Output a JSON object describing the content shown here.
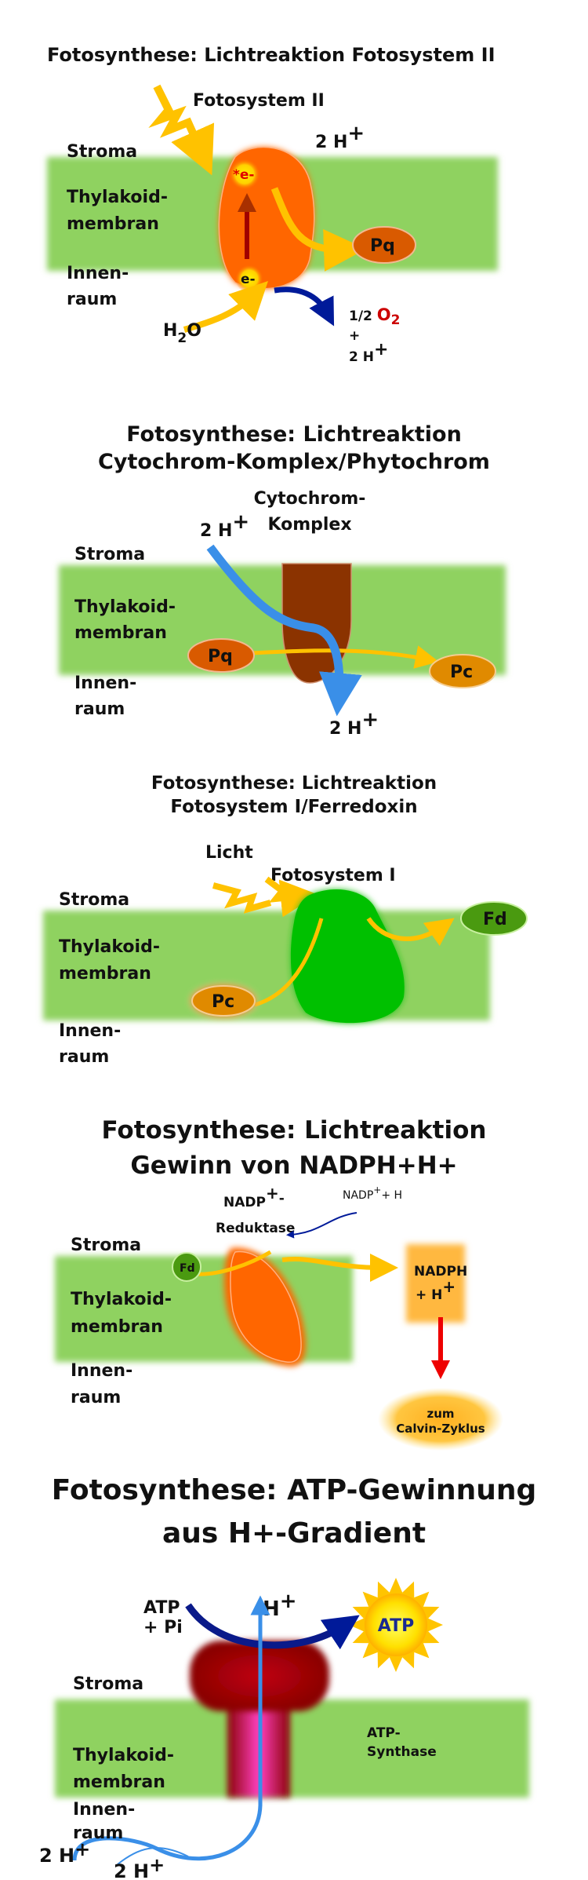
{
  "panels": [
    {
      "title": "Fotosynthese: Lichtreaktion Fotosystem II",
      "complex_label": "Fotosystem II",
      "stroma": "Stroma",
      "membrane": [
        "Thylakoid-",
        "membran"
      ],
      "lumen": [
        "Innen-",
        "raum"
      ],
      "proton_top": "2 H",
      "plus": "+",
      "excited_electron": "*e-",
      "electron": "e-",
      "carrier": "Pq",
      "water": [
        "H",
        "2",
        "O"
      ],
      "products": {
        "half": "1/2 ",
        "oxygen": "O",
        "oxygen_sub": "2",
        "plus": "+",
        "protons": "2 H"
      }
    },
    {
      "title": [
        "Fotosynthese: Lichtreaktion",
        "Cytochrom-Komplex/Phytochrom"
      ],
      "complex_label": [
        "Cytochrom-",
        "Komplex"
      ],
      "stroma": "Stroma",
      "membrane": [
        "Thylakoid-",
        "membran"
      ],
      "lumen": [
        "Innen-",
        "raum"
      ],
      "proton_in": "2 H",
      "proton_out": "2 H",
      "plus": "+",
      "carrier_in": "Pq",
      "carrier_out": "Pc"
    },
    {
      "title": [
        "Fotosynthese: Lichtreaktion",
        "Fotosystem I/Ferredoxin"
      ],
      "light": "Licht",
      "complex_label": "Fotosystem I",
      "stroma": "Stroma",
      "membrane": [
        "Thylakoid-",
        "membran"
      ],
      "lumen": [
        "Innen-",
        "raum"
      ],
      "carrier_in": "Pc",
      "carrier_out": "Fd"
    },
    {
      "title": [
        "Fotosynthese: Lichtreaktion",
        "Gewinn von NADPH+H+"
      ],
      "complex_label": [
        "NADP",
        "+",
        "-",
        "Reduktase"
      ],
      "substrate": [
        "NADP",
        "+",
        "+ H"
      ],
      "stroma": "Stroma",
      "membrane": [
        "Thylakoid-",
        "membran"
      ],
      "lumen": [
        "Innen-",
        "raum"
      ],
      "carrier": "Fd",
      "product": [
        "NADPH",
        "+ H",
        "+"
      ],
      "destination": [
        "zum",
        "Calvin-Zyklus"
      ]
    },
    {
      "title": [
        "Fotosynthese: ATP-Gewinnung",
        "aus H+-Gradient"
      ],
      "substrate": [
        "ATP",
        "+ Pi"
      ],
      "proton": "H",
      "plus": "+",
      "product": "ATP",
      "stroma": "Stroma",
      "complex_label": [
        "ATP-",
        "Synthase"
      ],
      "membrane": [
        "Thylakoid-",
        "membran"
      ],
      "lumen": [
        "Innen-",
        "raum"
      ],
      "protons": [
        "2 H",
        "2 H"
      ]
    }
  ],
  "colors": {
    "membrane": "#8fd260",
    "psii": "#ff6600",
    "cytochrome": "#8b3300",
    "psi": "#22c21e",
    "arrow_yellow": "#ffc200",
    "arrow_blue": "#001a99",
    "arrow_lightblue": "#3a8fe8",
    "oxygen_red": "#cc0000",
    "atp_synthase": "#a80000"
  }
}
